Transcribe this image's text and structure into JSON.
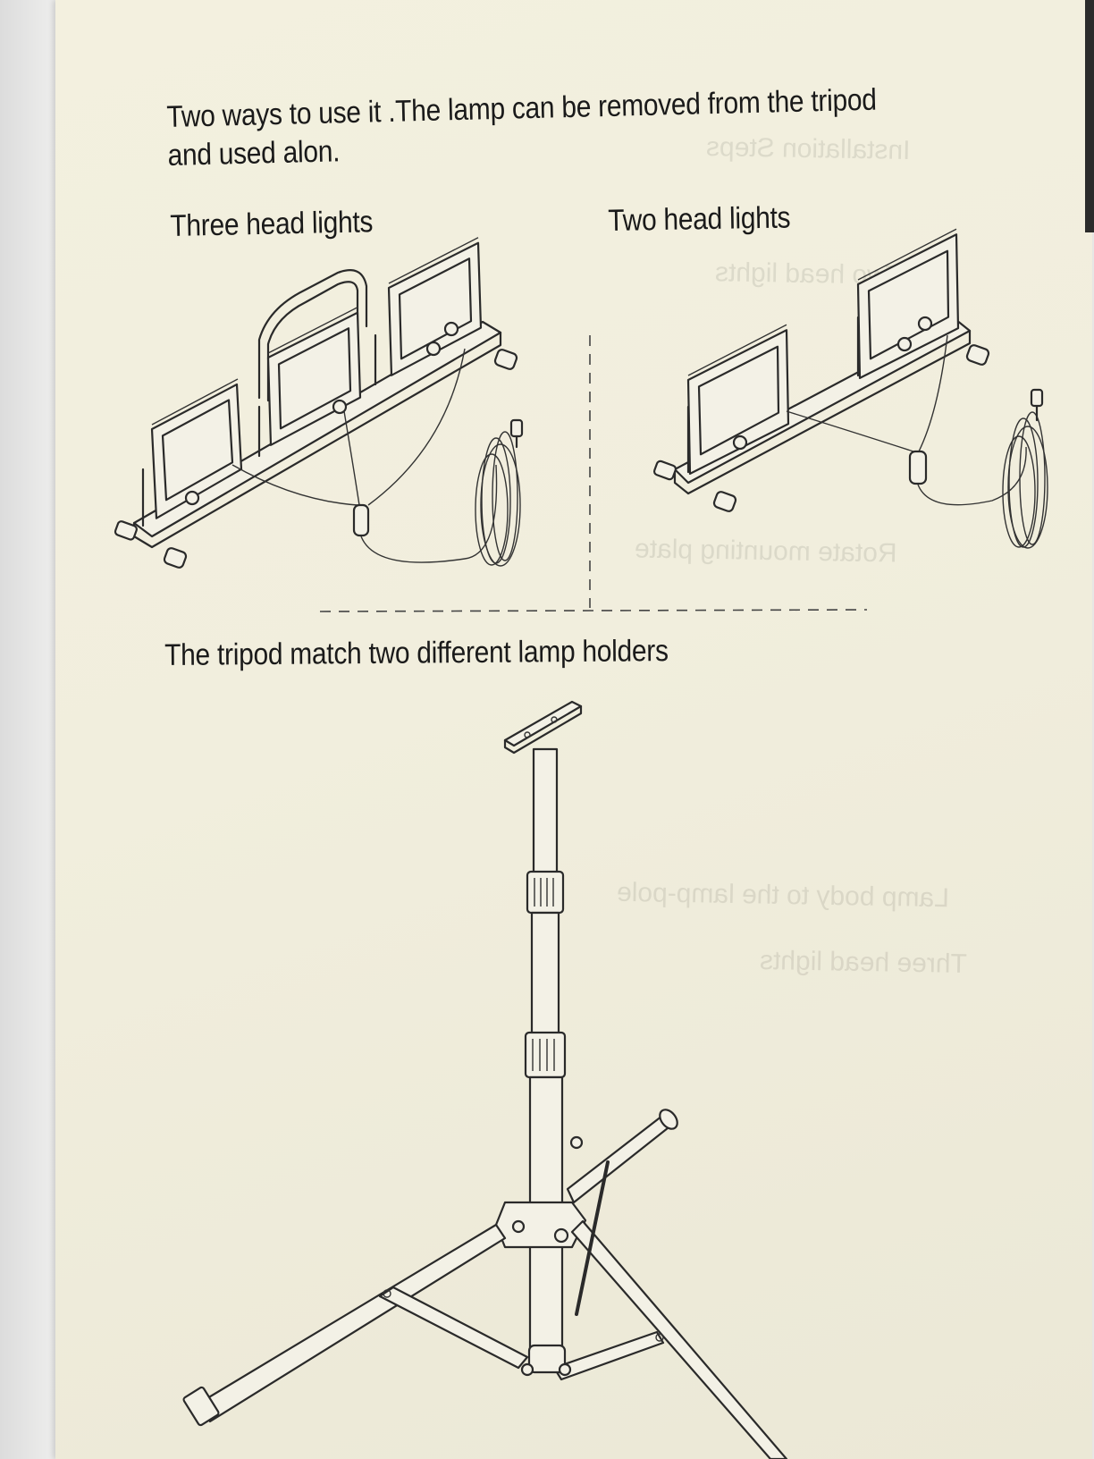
{
  "document": {
    "intro_line1": "Two ways to use it .The lamp can be removed from the tripod",
    "intro_line2": "and used alon.",
    "label_three": "Three head lights",
    "label_two": "Two head lights",
    "tripod_title": "The tripod match two different lamp holders"
  },
  "bleed_through": {
    "text1": "Installation Steps",
    "text2": "Two head lights",
    "text3": "Three head lights",
    "text4": "Rotate mounting plate",
    "text5": "Lamp body to the lamp-pole"
  },
  "colors": {
    "paper": "#f1eedd",
    "ink": "#1a1a1a"
  }
}
